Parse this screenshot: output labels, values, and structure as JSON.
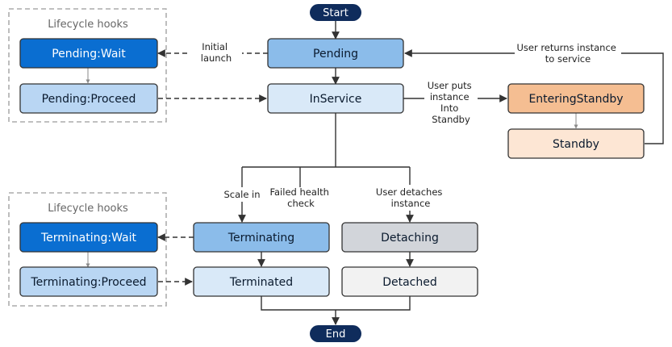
{
  "hook_groups": [
    {
      "label": "Lifecycle hooks"
    },
    {
      "label": "Lifecycle hooks"
    }
  ],
  "nodes": {
    "start": {
      "label": "Start",
      "fill": "#0f2c5c",
      "text": "#ffffff"
    },
    "end": {
      "label": "End",
      "fill": "#0f2c5c",
      "text": "#ffffff"
    },
    "pending": {
      "label": "Pending",
      "fill": "#8bbcea",
      "text": "#0a1a2e"
    },
    "inservice": {
      "label": "InService",
      "fill": "#d9e9f8",
      "text": "#0a1a2e"
    },
    "pending_wait": {
      "label": "Pending:Wait",
      "fill": "#0a6ed1",
      "text": "#ffffff"
    },
    "pending_proceed": {
      "label": "Pending:Proceed",
      "fill": "#b9d6f3",
      "text": "#0a1a2e"
    },
    "entering_standby": {
      "label": "EnteringStandby",
      "fill": "#f5be92",
      "text": "#0a1a2e"
    },
    "standby": {
      "label": "Standby",
      "fill": "#fde6d4",
      "text": "#0a1a2e"
    },
    "terminating": {
      "label": "Terminating",
      "fill": "#8bbcea",
      "text": "#0a1a2e"
    },
    "terminated": {
      "label": "Terminated",
      "fill": "#d9e9f8",
      "text": "#0a1a2e"
    },
    "detaching": {
      "label": "Detaching",
      "fill": "#d2d5da",
      "text": "#0a1a2e"
    },
    "detached": {
      "label": "Detached",
      "fill": "#f2f2f2",
      "text": "#0a1a2e"
    },
    "terminating_wait": {
      "label": "Terminating:Wait",
      "fill": "#0a6ed1",
      "text": "#ffffff"
    },
    "terminating_proceed": {
      "label": "Terminating:Proceed",
      "fill": "#b9d6f3",
      "text": "#0a1a2e"
    }
  },
  "edge_labels": {
    "initial_launch": [
      "Initial",
      "launch"
    ],
    "user_returns": [
      "User returns instance",
      "to service"
    ],
    "user_puts": [
      "User puts",
      "instance",
      "Into",
      "Standby"
    ],
    "scale_in": [
      "Scale in"
    ],
    "failed_health": [
      "Failed health",
      "check"
    ],
    "user_detaches": [
      "User detaches",
      "instance"
    ]
  },
  "colors": {
    "line": "#333333",
    "light_arrow": "#8a8a8a",
    "group_border": "#9a9a9a",
    "group_label": "#666666",
    "node_border": "#333333"
  }
}
